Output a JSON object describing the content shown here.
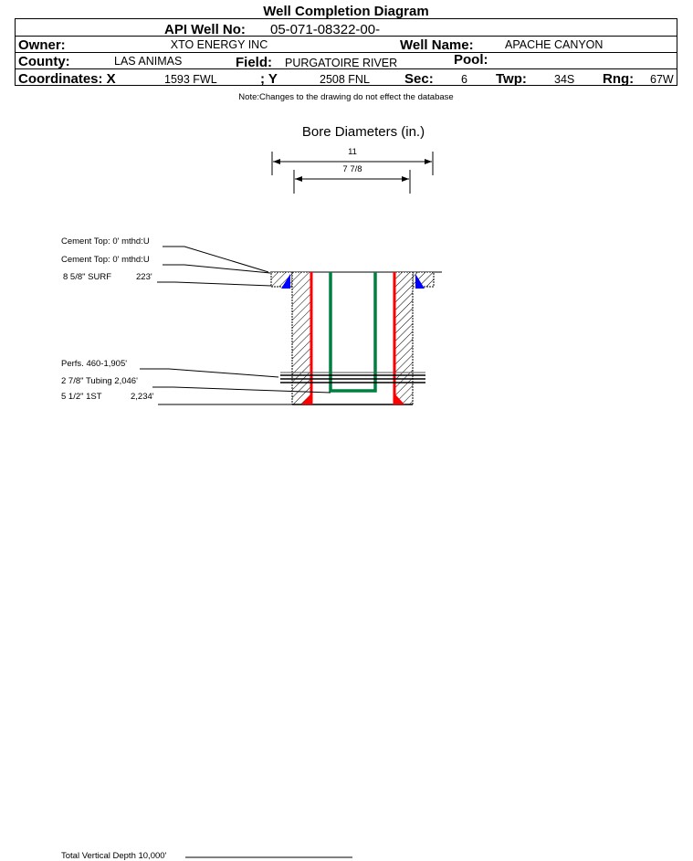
{
  "title": "Well Completion Diagram",
  "header": {
    "api_label": "API Well No:",
    "api_value": "05-071-08322-00-",
    "owner_label": "Owner:",
    "owner_value": "XTO ENERGY INC",
    "well_name_label": "Well Name:",
    "well_name_value": "APACHE CANYON",
    "county_label": "County:",
    "county_value": "LAS ANIMAS",
    "field_label": "Field:",
    "field_value": "PURGATOIRE RIVER",
    "pool_label": "Pool:",
    "coord_x_label": "Coordinates: X",
    "coord_x_value": "1593 FWL",
    "coord_y_label": "; Y",
    "coord_y_value": "2508 FNL",
    "sec_label": "Sec:",
    "sec_value": "6",
    "twp_label": "Twp:",
    "twp_value": "34S",
    "rng_label": "Rng:",
    "rng_value": "67W"
  },
  "note": "Note:Changes to the drawing do not effect the database",
  "bore": {
    "title": "Bore Diameters (in.)",
    "outer": "11",
    "inner": "7 7/8"
  },
  "labels": {
    "cement_top_1": "Cement Top: 0' mthd:U",
    "cement_top_2": "Cement Top: 0' mthd:U",
    "surf_casing": "8 5/8\" SURF",
    "surf_depth": "223'",
    "perfs": "Perfs. 460-1,905'",
    "tubing": "2 7/8\" Tubing 2,046'",
    "prod_casing": "5 1/2\" 1ST",
    "prod_depth": "2,234'",
    "tvd": "Total Vertical Depth 10,000'"
  },
  "colors": {
    "cement": "#0000ff",
    "casing": "#ff0000",
    "tubing": "#008040"
  }
}
